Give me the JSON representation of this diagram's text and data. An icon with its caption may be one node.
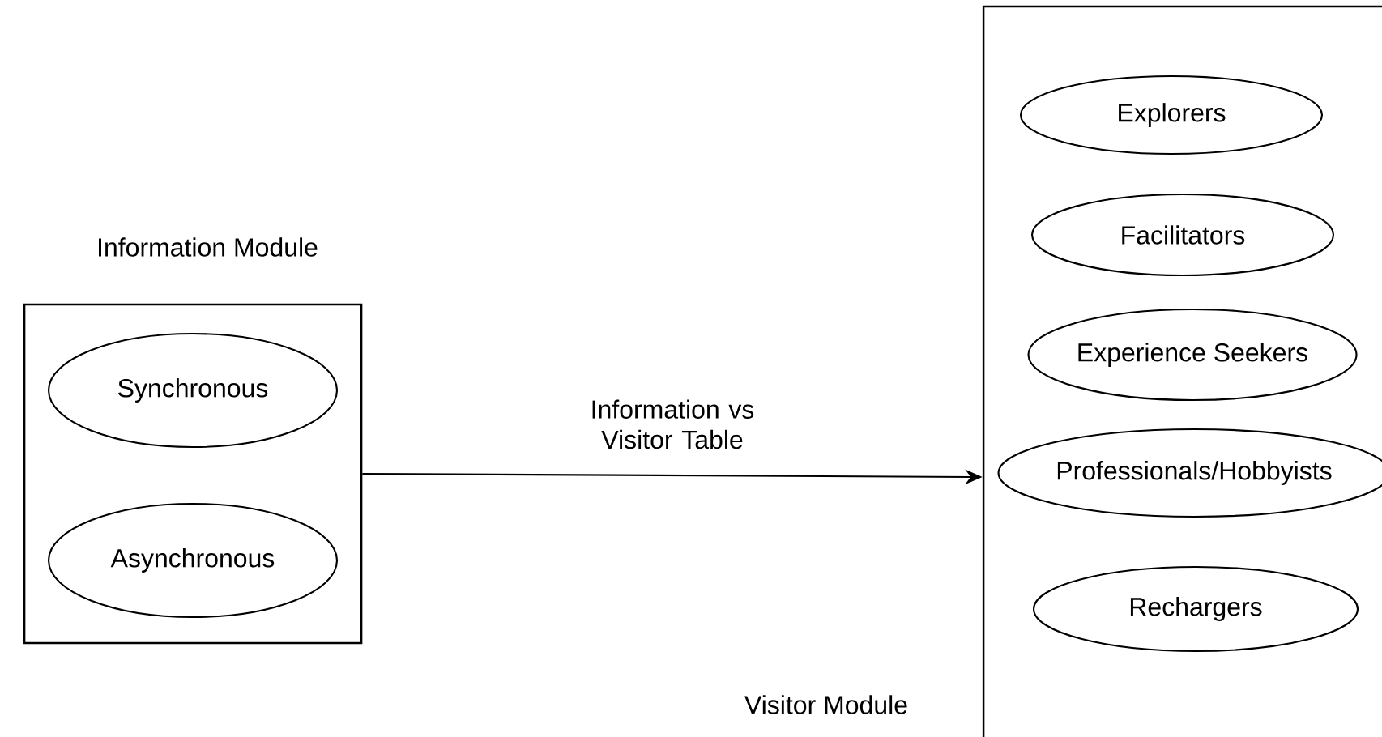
{
  "diagram": {
    "nodes": [
      {
        "text": [
          "Information Module"
        ]
      },
      {
        "text": [
          "Synchronous"
        ],
        "in": 0
      },
      {
        "text": [
          "Asynchronous"
        ],
        "in": 0
      },
      {
        "text": [
          "Visitor Module"
        ]
      },
      {
        "text": [
          "Explorers"
        ],
        "in": 3
      },
      {
        "text": [
          "Facilitators"
        ],
        "in": 3
      },
      {
        "text": [
          "Experience Seekers"
        ],
        "in": 3
      },
      {
        "text": [
          "Professionals/Hobbyists"
        ],
        "in": 3
      },
      {
        "text": [
          "Rechargers"
        ],
        "in": 3
      }
    ],
    "edges": [
      {
        "from": 0,
        "to": 3,
        "arrow": "to",
        "label": "Information vs Visitor Table"
      }
    ]
  }
}
